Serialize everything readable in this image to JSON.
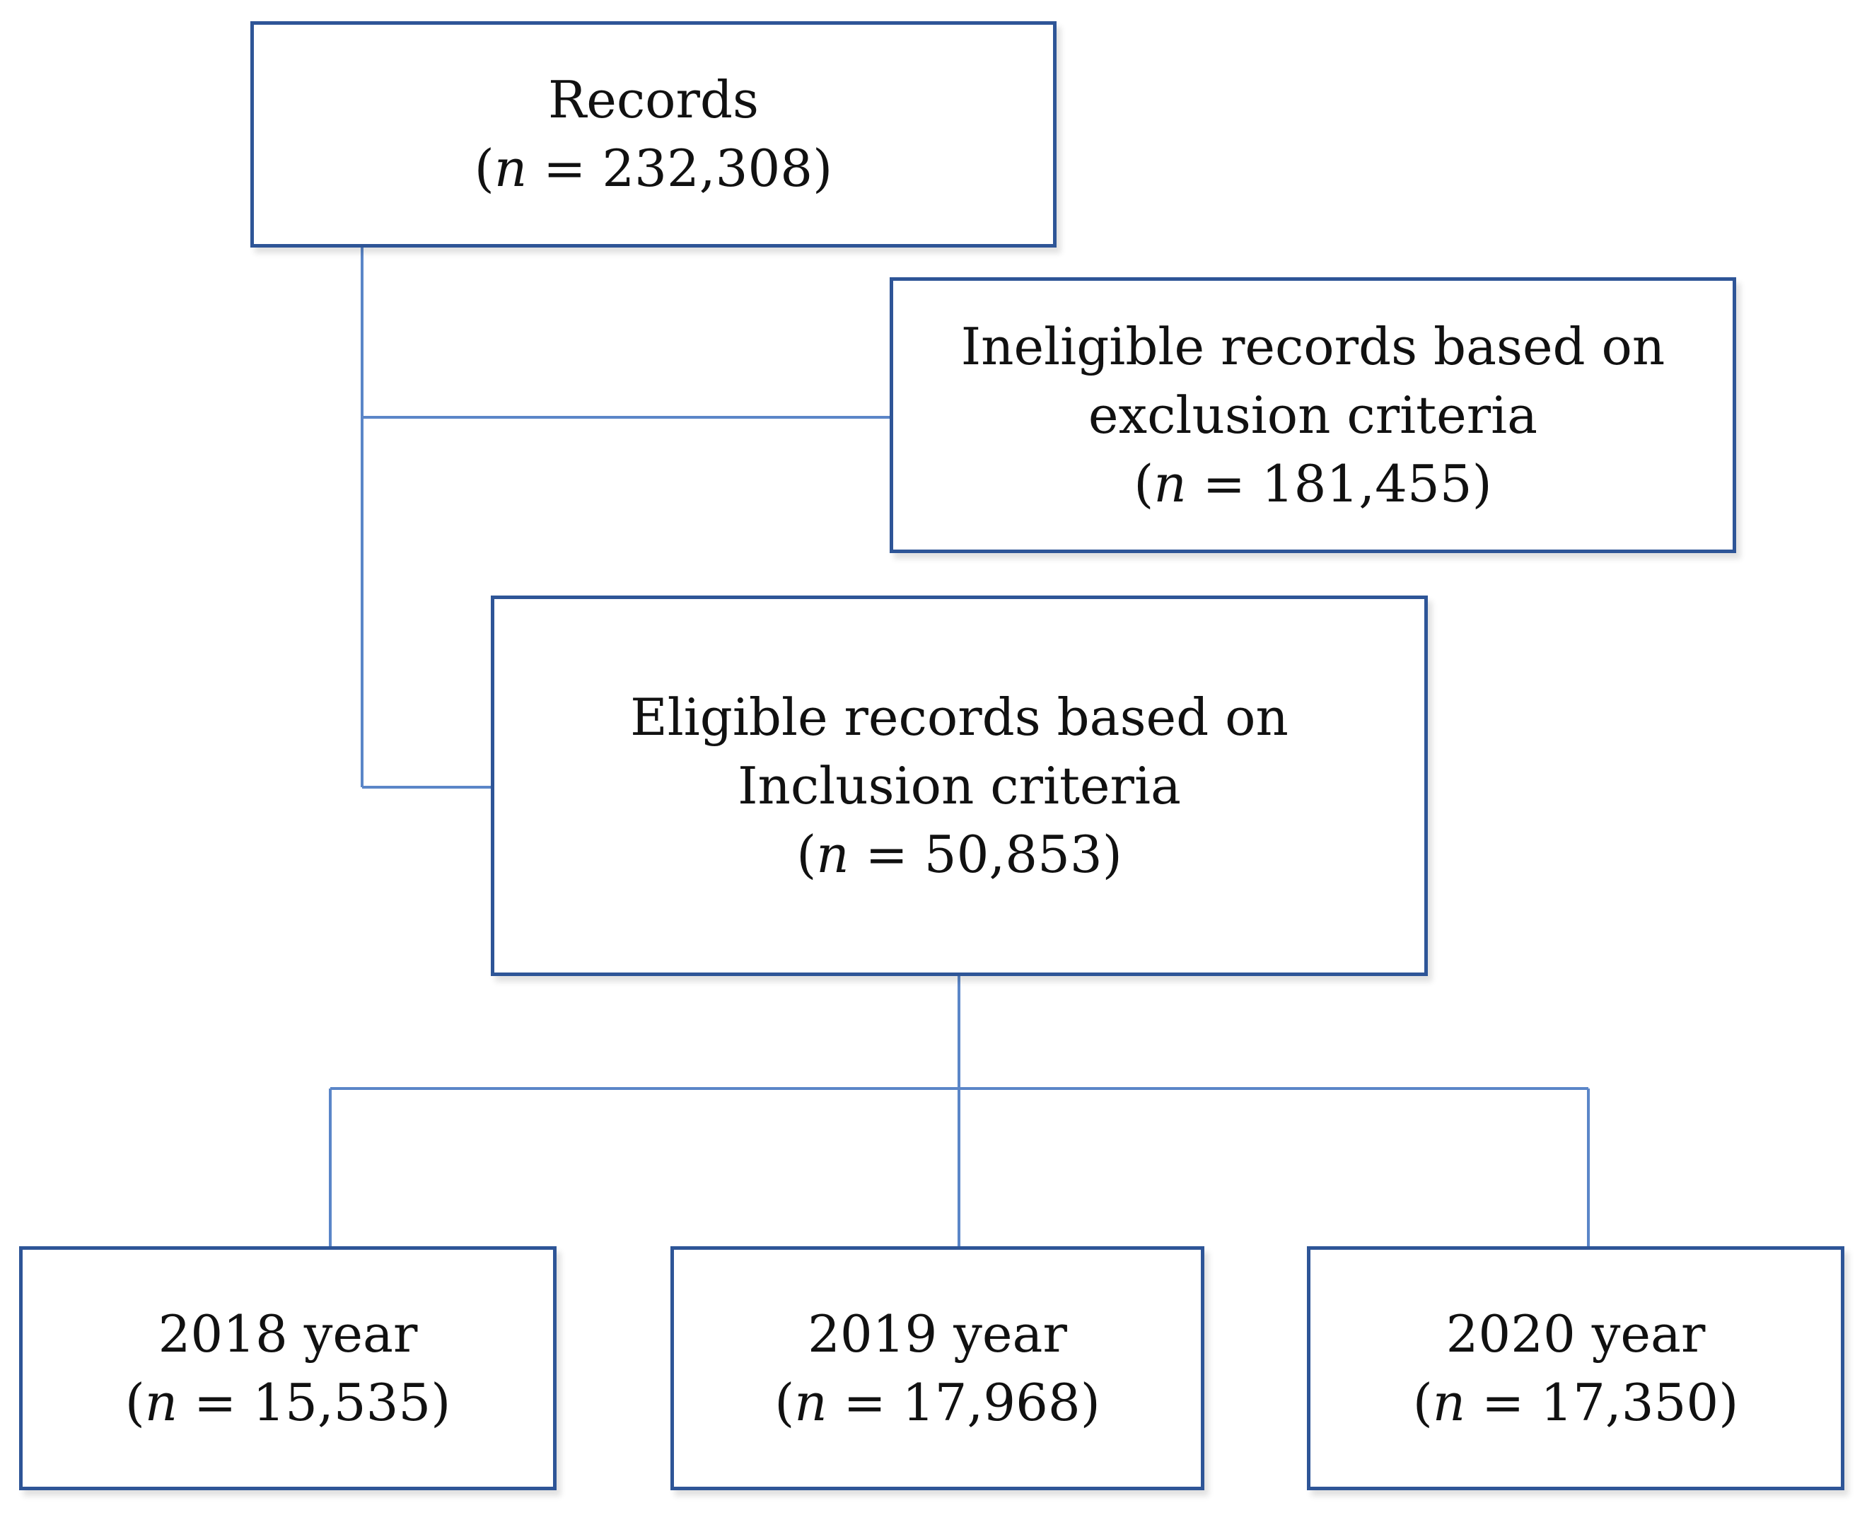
{
  "colors": {
    "box_border": "#2e5597",
    "connector": "#5b86c8",
    "text": "#111111"
  },
  "nodes": {
    "records": {
      "label": "Records",
      "n_prefix": "(",
      "n_symbol": "n",
      "n_value": " = 232,308)"
    },
    "ineligible": {
      "label_line1": "Ineligible records based on",
      "label_line2": "exclusion criteria",
      "n_prefix": "(",
      "n_symbol": "n",
      "n_value": " = 181,455)"
    },
    "eligible": {
      "label_line1": "Eligible records based on",
      "label_line2": "Inclusion criteria",
      "n_prefix": "(",
      "n_symbol": "n",
      "n_value": " = 50,853)"
    },
    "year_2018": {
      "label": "2018 year",
      "n_prefix": "(",
      "n_symbol": "n",
      "n_value": " = 15,535)"
    },
    "year_2019": {
      "label": "2019 year",
      "n_prefix": "(",
      "n_symbol": "n",
      "n_value": " = 17,968)"
    },
    "year_2020": {
      "label": "2020 year",
      "n_prefix": "(",
      "n_symbol": "n",
      "n_value": " = 17,350)"
    }
  }
}
